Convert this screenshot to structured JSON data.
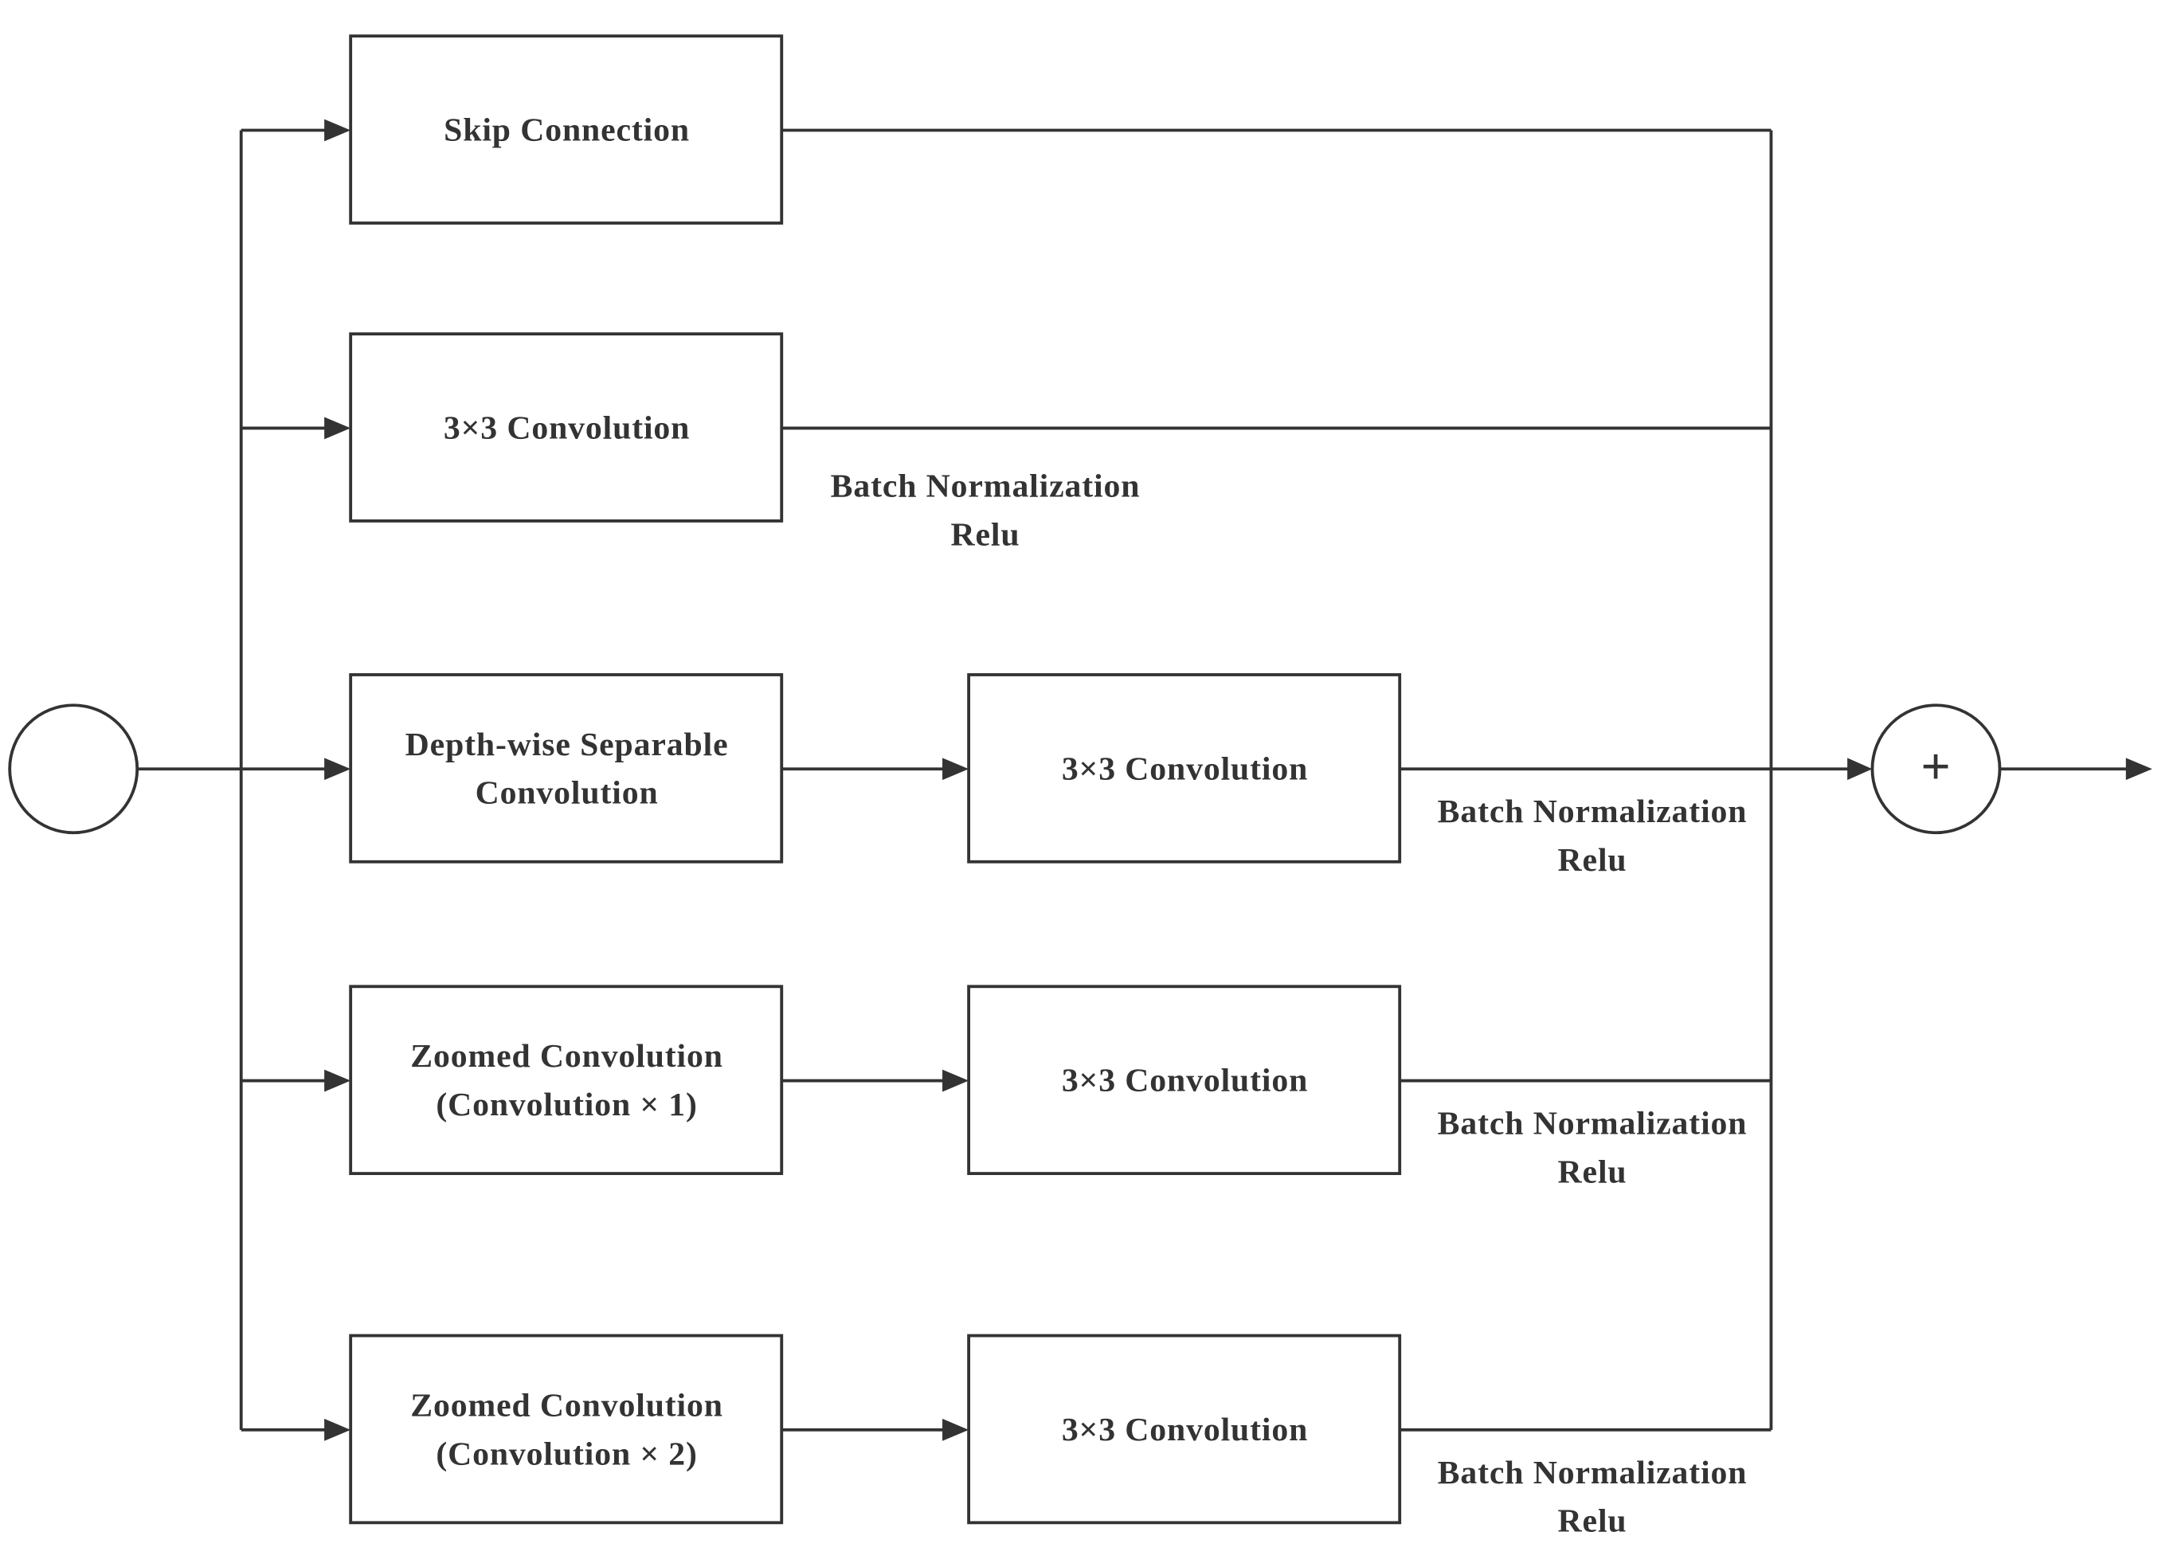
{
  "branches": [
    {
      "block": [
        "Skip Connection"
      ],
      "second_block": null,
      "post_label": null
    },
    {
      "block": [
        "3×3 Convolution"
      ],
      "second_block": null,
      "post_label": [
        "Batch Normalization",
        "Relu"
      ]
    },
    {
      "block": [
        "Depth-wise Separable",
        "Convolution"
      ],
      "second_block": "3×3 Convolution",
      "post_label": [
        "Batch Normalization",
        "Relu"
      ]
    },
    {
      "block": [
        "Zoomed Convolution",
        "(Convolution × 1)"
      ],
      "second_block": "3×3 Convolution",
      "post_label": [
        "Batch Normalization",
        "Relu"
      ]
    },
    {
      "block": [
        "Zoomed Convolution",
        "(Convolution × 2)"
      ],
      "second_block": "3×3 Convolution",
      "post_label": [
        "Batch Normalization",
        "Relu"
      ]
    }
  ],
  "sum_node": {
    "symbol": "+"
  },
  "colors": {
    "stroke": "#333333",
    "background": "#ffffff"
  }
}
